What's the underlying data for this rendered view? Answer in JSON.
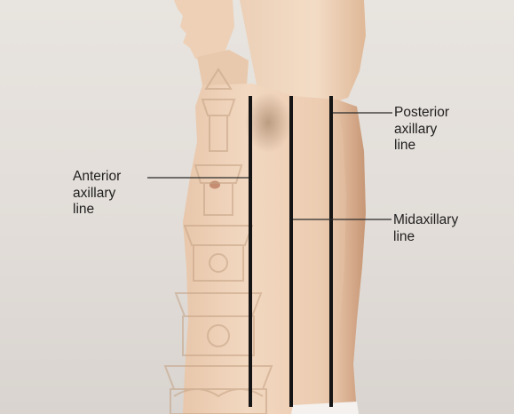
{
  "figure": {
    "labels": {
      "anterior": [
        "Anterior",
        "axillary",
        "line"
      ],
      "midaxillary": [
        "Midaxillary",
        "line"
      ],
      "posterior": [
        "Posterior",
        "axillary",
        "line"
      ]
    },
    "colors": {
      "background": "#e4e0db",
      "skin_light": "#f0d5bd",
      "skin_mid": "#e3bc9c",
      "skin_shadow": "#c99775",
      "axillary_line": "#151515",
      "leader_line": "#2a2a2a",
      "watermark": "#c9a88a",
      "label_text": "#1f1f1f"
    },
    "watermark_icon": "ornamental-emblem-watermark"
  }
}
